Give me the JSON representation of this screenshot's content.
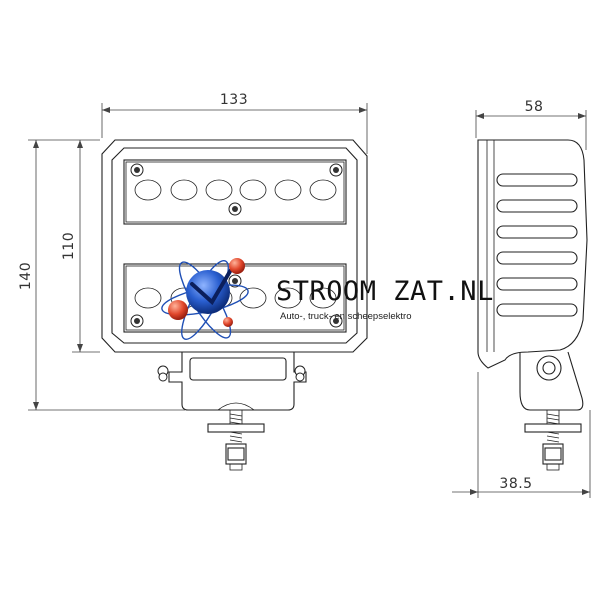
{
  "dimensions": {
    "width_front": "133",
    "height_outer": "140",
    "height_inner": "110",
    "depth_side": "58",
    "bracket_depth": "38.5"
  },
  "watermark": {
    "brand": "STROOM ZAT.NL",
    "tagline": "Auto-, truck- en scheepselektro"
  },
  "colors": {
    "line": "#222222",
    "logo_blue": "#1f4fb5",
    "logo_red": "#d9412a"
  }
}
